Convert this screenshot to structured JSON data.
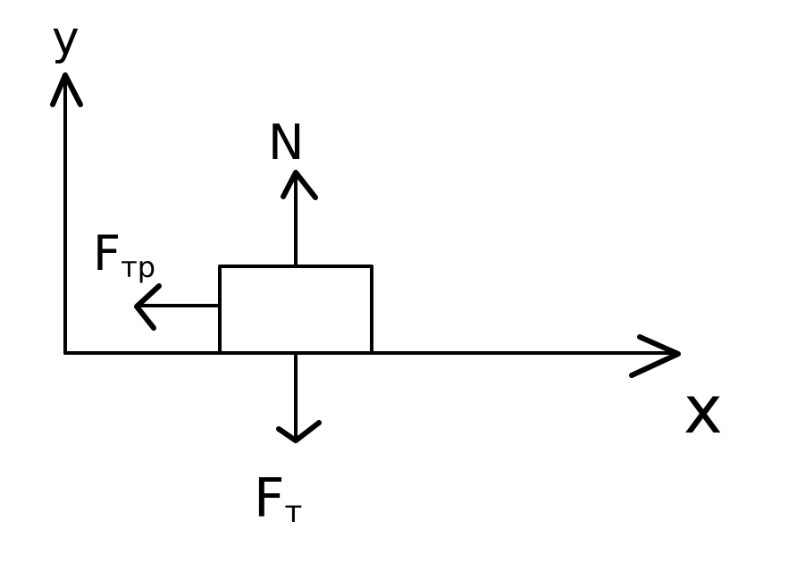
{
  "diagram": {
    "axes": {
      "x_label": "x",
      "y_label": "y"
    },
    "forces": {
      "normal": {
        "label": "N"
      },
      "friction": {
        "label_main": "F",
        "label_sub": "тр"
      },
      "gravity": {
        "label_main": "F",
        "label_sub": "т"
      }
    },
    "colors": {
      "stroke": "#000000",
      "background": "#ffffff"
    }
  }
}
